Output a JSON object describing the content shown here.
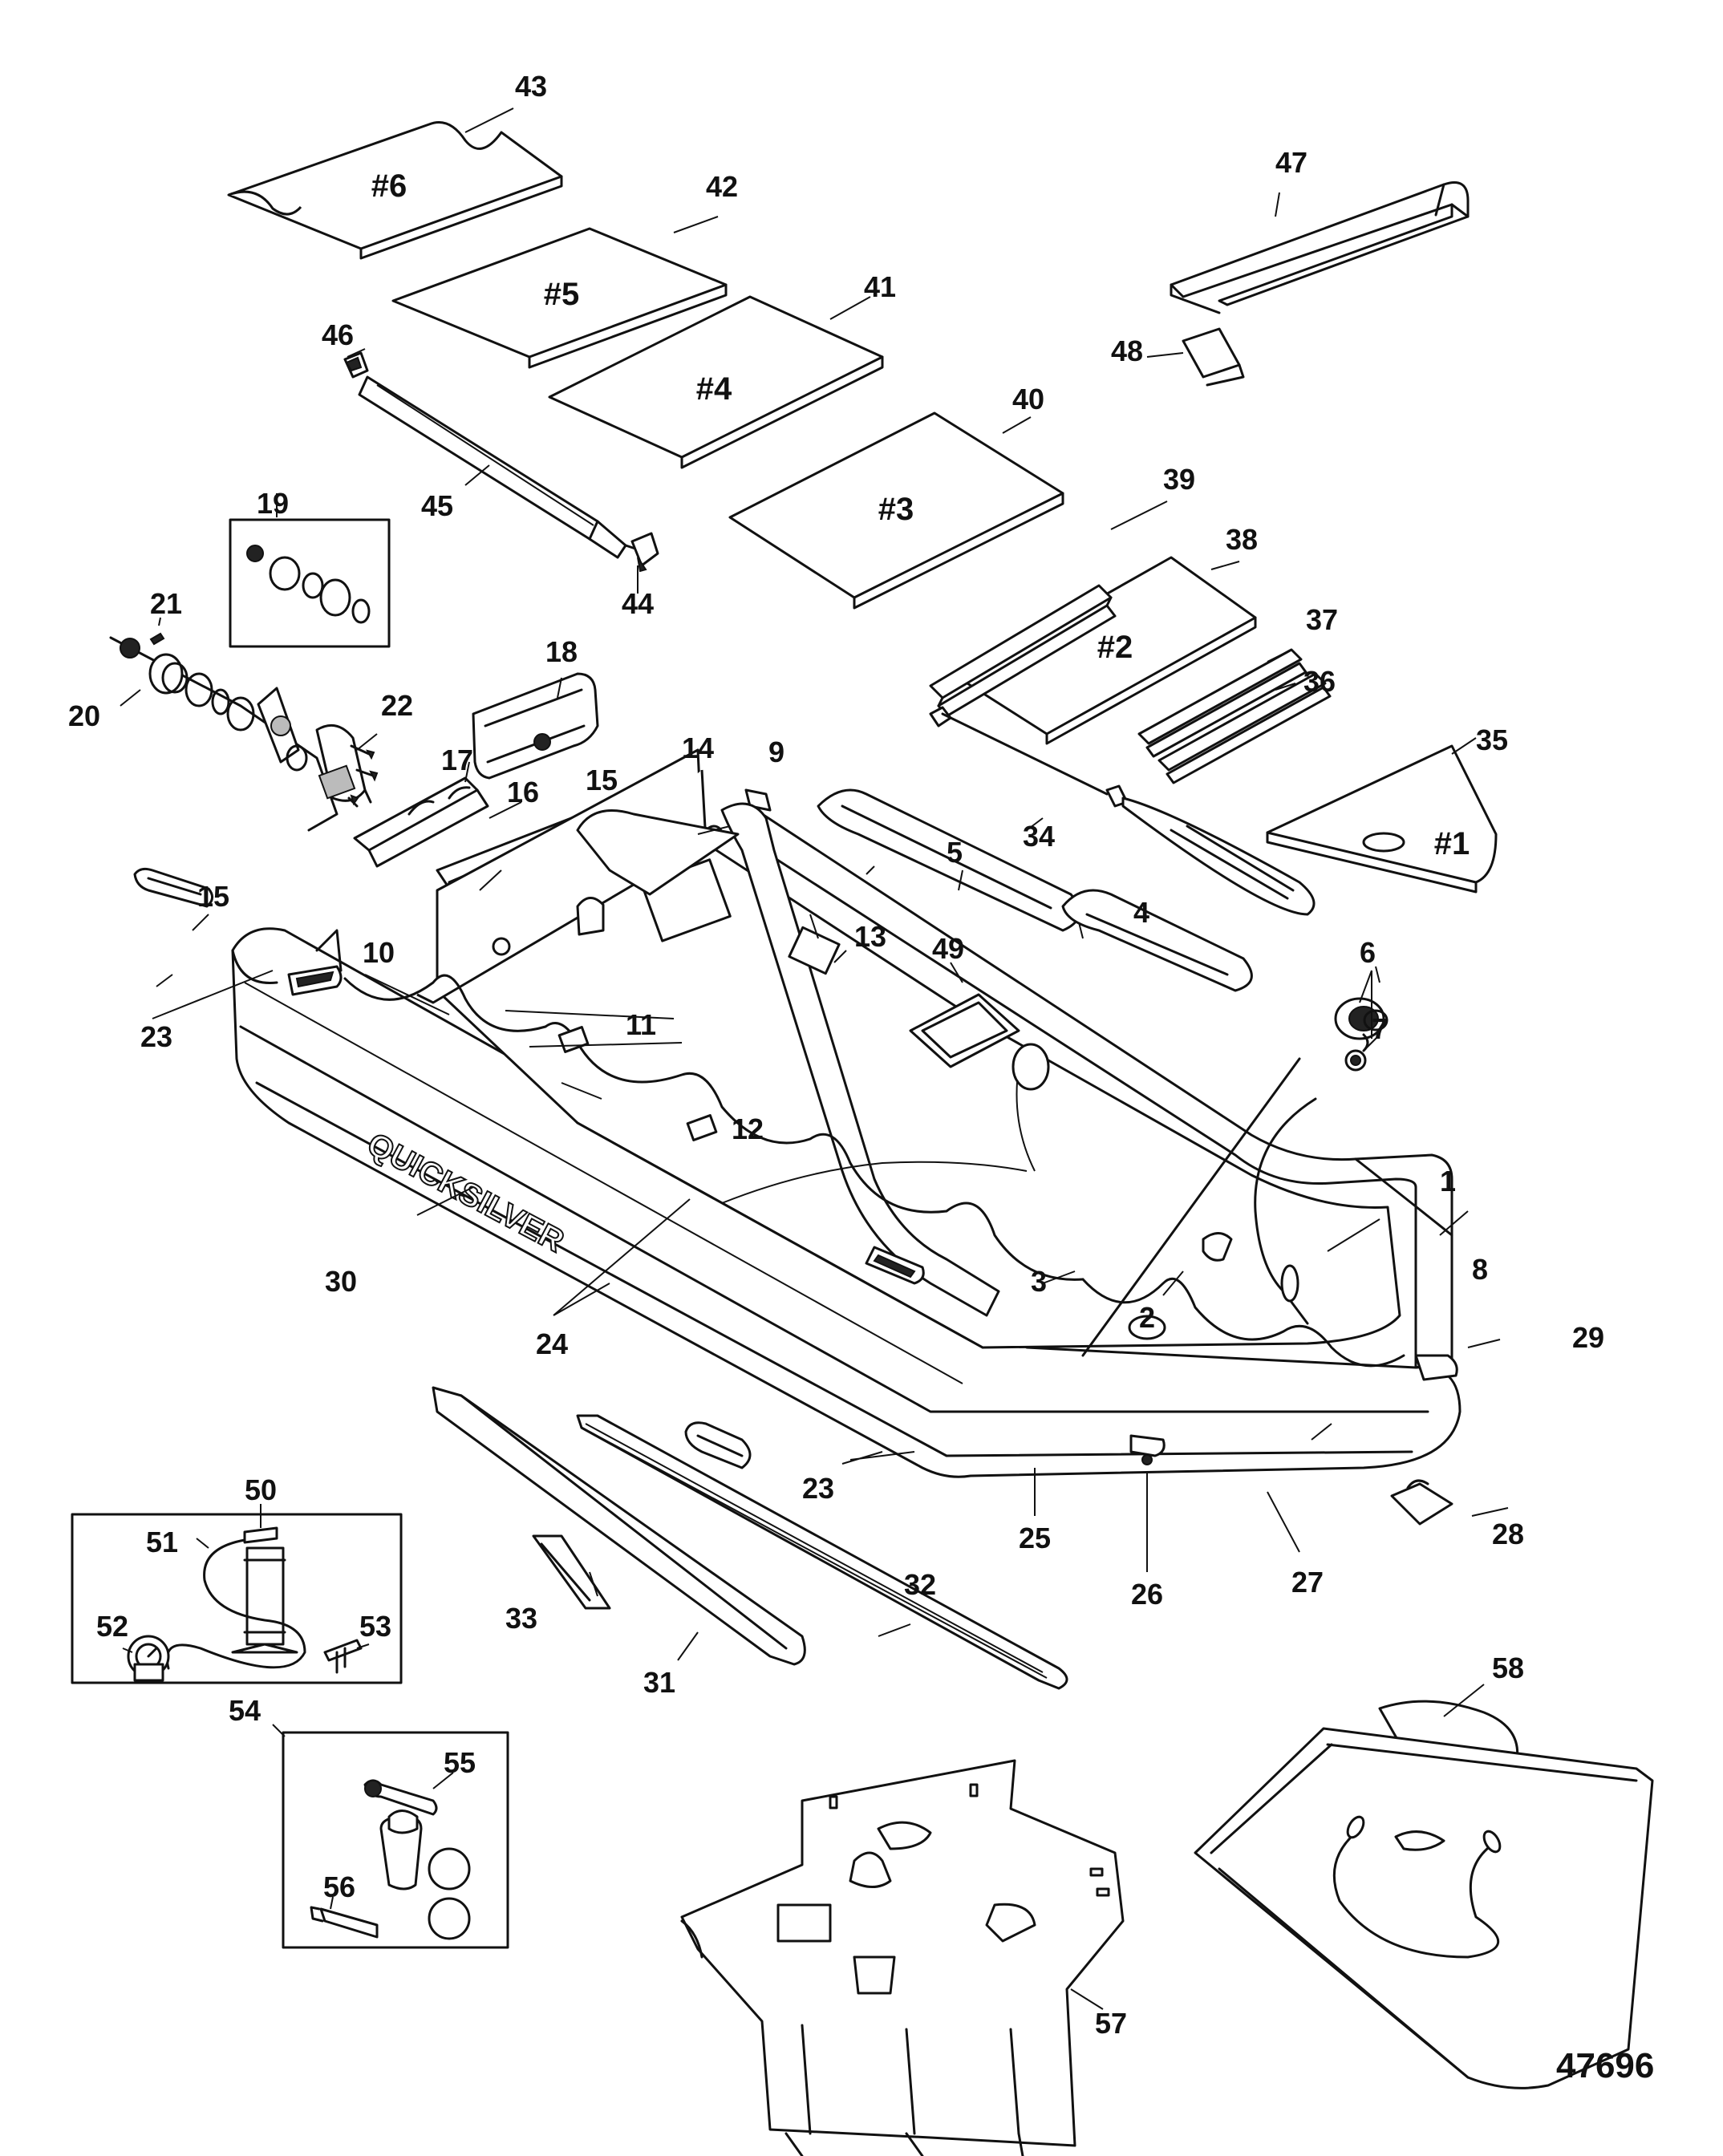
{
  "diagram": {
    "figure_number": "47696",
    "brand_text": "QUICKSILVER",
    "panel_labels": {
      "p1": "#1",
      "p2": "#2",
      "p3": "#3",
      "p4": "#4",
      "p5": "#5",
      "p6": "#6"
    },
    "callouts": {
      "c1": "1",
      "c2": "2",
      "c3": "3",
      "c4": "4",
      "c5": "5",
      "c6": "6",
      "c7": "7",
      "c8": "8",
      "c9": "9",
      "c10": "10",
      "c11": "11",
      "c12": "12",
      "c13": "13",
      "c14": "14",
      "c15a": "15",
      "c15b": "15",
      "c16": "16",
      "c17": "17",
      "c18": "18",
      "c19": "19",
      "c20": "20",
      "c21": "21",
      "c22": "22",
      "c23a": "23",
      "c23b": "23",
      "c24": "24",
      "c25": "25",
      "c26": "26",
      "c27": "27",
      "c28": "28",
      "c29": "29",
      "c30": "30",
      "c31": "31",
      "c32": "32",
      "c33": "33",
      "c34": "34",
      "c35": "35",
      "c36": "36",
      "c37": "37",
      "c38": "38",
      "c39": "39",
      "c40": "40",
      "c41": "41",
      "c42": "42",
      "c43": "43",
      "c44": "44",
      "c45": "45",
      "c46": "46",
      "c47": "47",
      "c48": "48",
      "c49": "49",
      "c50": "50",
      "c51": "51",
      "c52": "52",
      "c53": "53",
      "c54": "54",
      "c55": "55",
      "c56": "56",
      "c57": "57",
      "c58": "58"
    }
  }
}
